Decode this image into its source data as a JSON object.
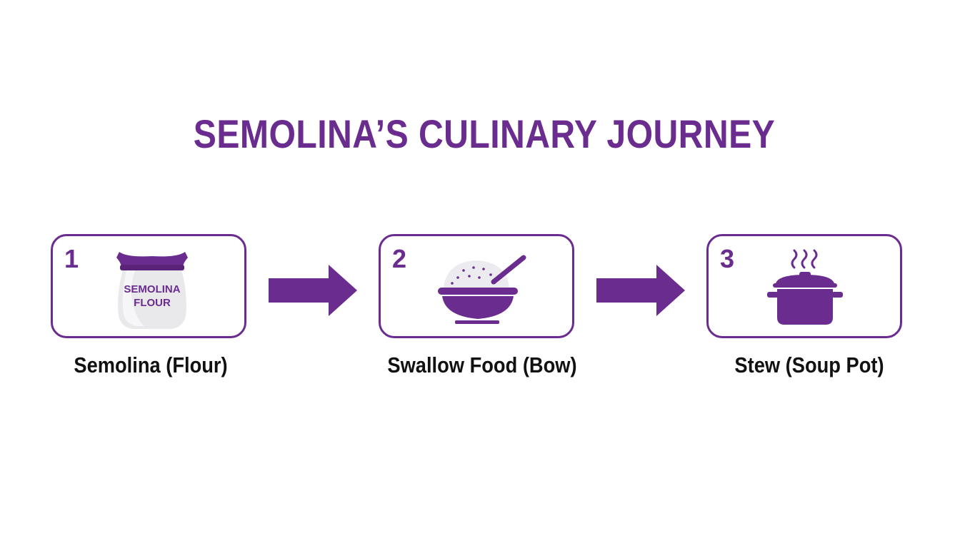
{
  "title": "SEMOLINA’S CULINARY JOURNEY",
  "colors": {
    "accent": "#6a2c8e",
    "label_text": "#111111",
    "bag_fill": "#e9e9ec",
    "bowl_food": "#ececf0"
  },
  "steps": [
    {
      "number": "1",
      "icon": "flour-bag-icon",
      "icon_text_line1": "SEMOLINA",
      "icon_text_line2": "FLOUR",
      "label": "Semolina (Flour)"
    },
    {
      "number": "2",
      "icon": "bowl-with-spoon-icon",
      "label": "Swallow Food (Bow)"
    },
    {
      "number": "3",
      "icon": "steaming-pot-icon",
      "label": "Stew (Soup Pot)"
    }
  ],
  "connectors": [
    {
      "icon": "right-arrow-icon"
    },
    {
      "icon": "right-arrow-icon"
    }
  ]
}
